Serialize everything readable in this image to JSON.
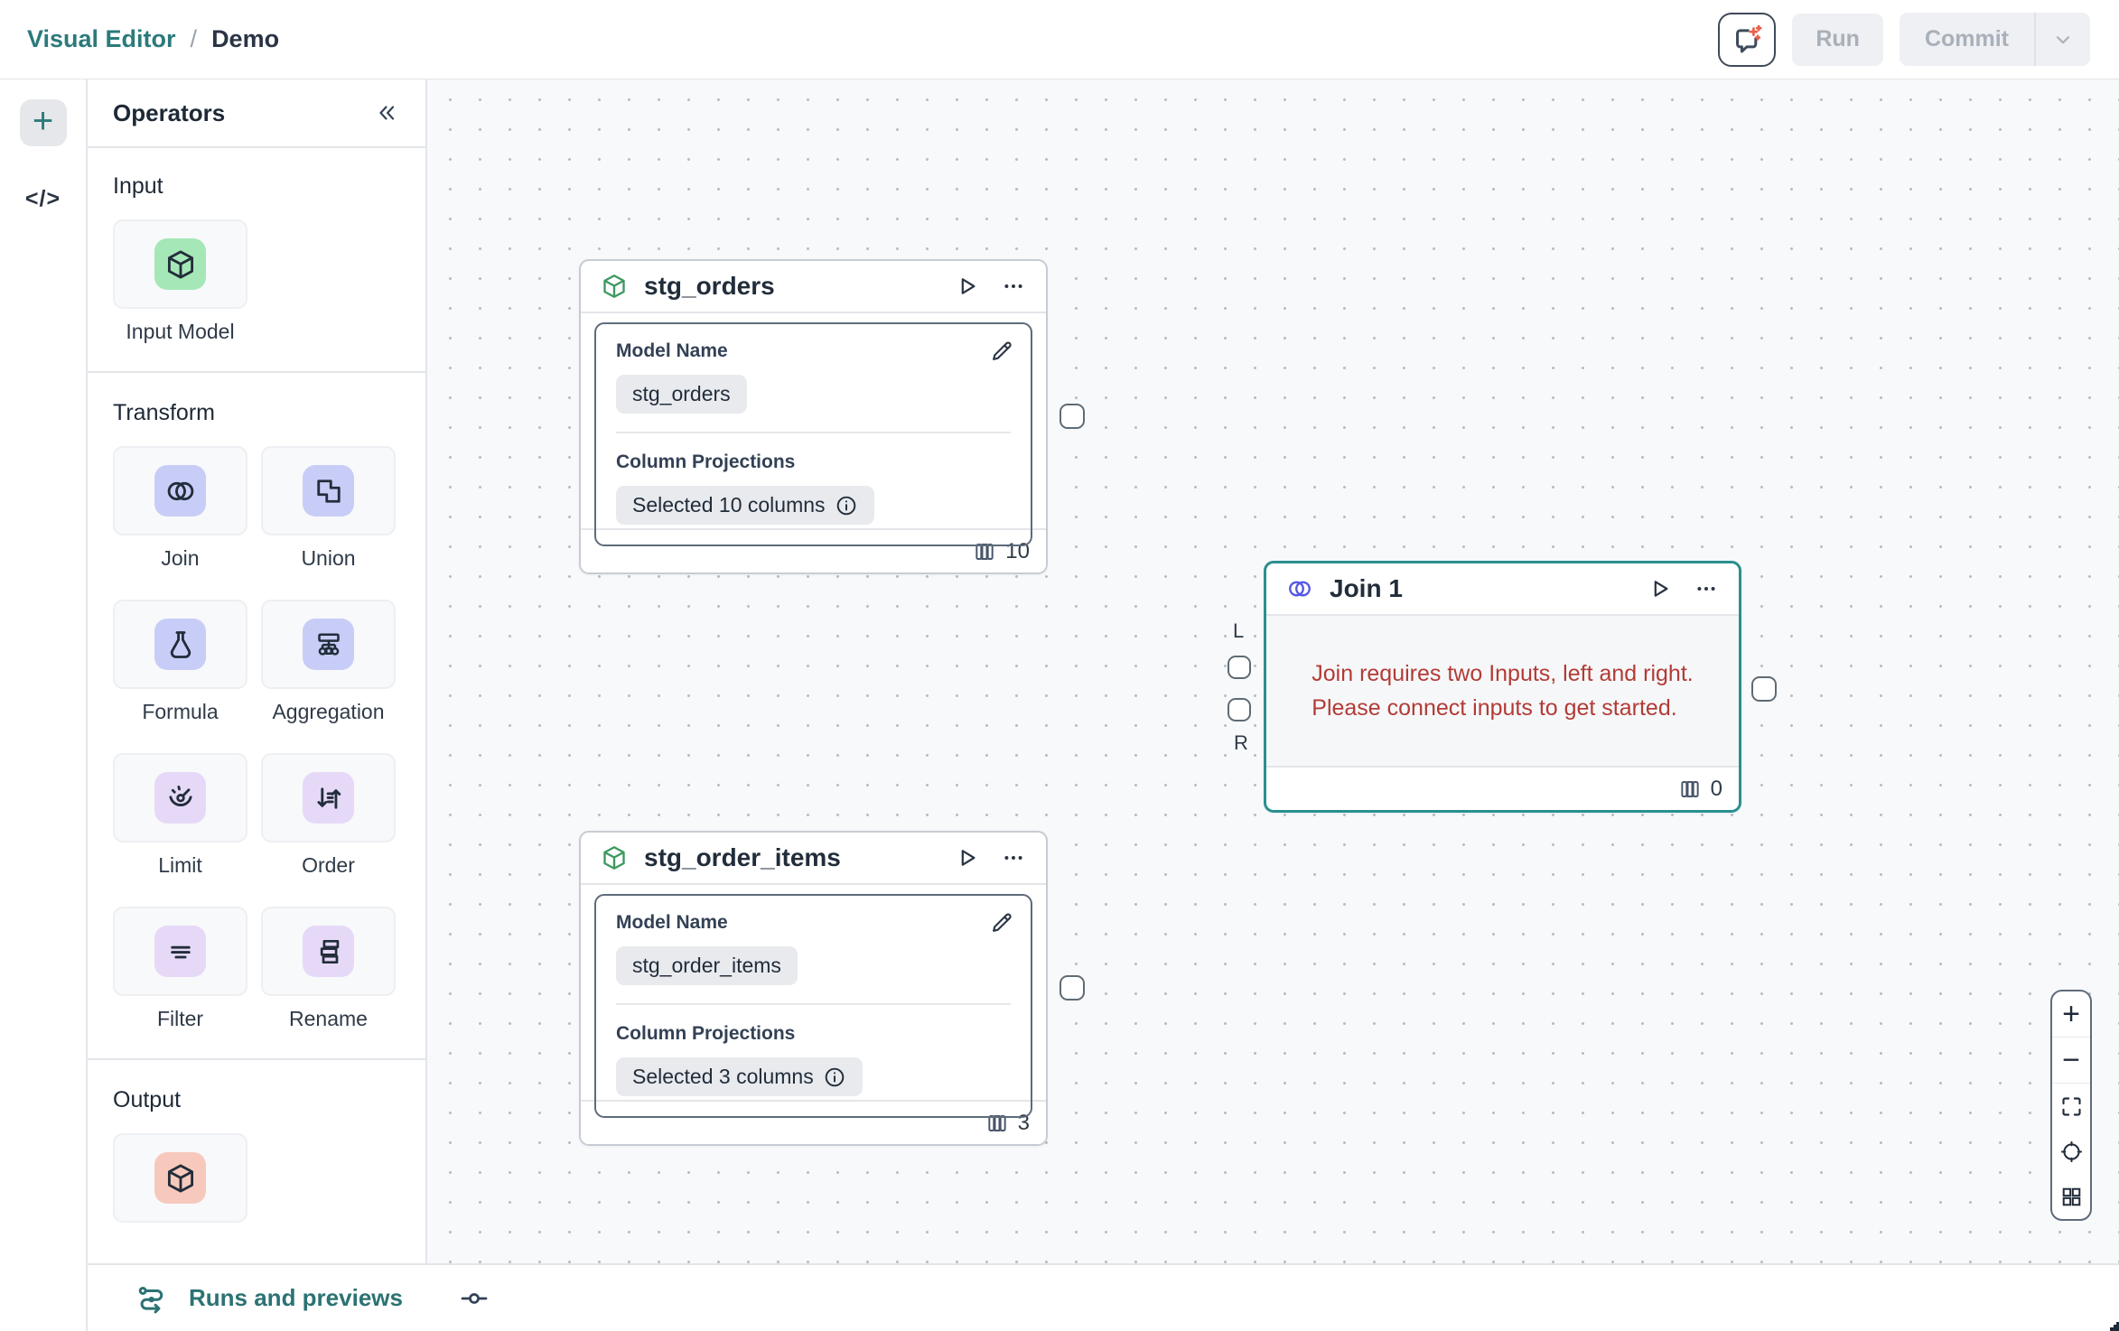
{
  "topbar": {
    "breadcrumb": {
      "root": "Visual Editor",
      "separator": "/",
      "current": "Demo"
    },
    "run_label": "Run",
    "commit_label": "Commit"
  },
  "rail": {
    "add_label": "+",
    "code_label": "</>"
  },
  "sidebar": {
    "title": "Operators",
    "groups": [
      {
        "label": "Input",
        "items": [
          {
            "label": "Input Model",
            "icon": "cube-icon",
            "color": "#a6e7b8"
          }
        ]
      },
      {
        "label": "Transform",
        "items": [
          {
            "label": "Join",
            "icon": "venn-icon",
            "color": "#c8cdf8"
          },
          {
            "label": "Union",
            "icon": "union-shapes-icon",
            "color": "#c8cdf8"
          },
          {
            "label": "Formula",
            "icon": "flask-icon",
            "color": "#c8cdf8"
          },
          {
            "label": "Aggregation",
            "icon": "tree-icon",
            "color": "#c8cdf8"
          },
          {
            "label": "Limit",
            "icon": "gauge-icon",
            "color": "#e6d9f8"
          },
          {
            "label": "Order",
            "icon": "sort-arrows-icon",
            "color": "#e6d9f8"
          },
          {
            "label": "Filter",
            "icon": "filter-lines-icon",
            "color": "#e6d9f8"
          },
          {
            "label": "Rename",
            "icon": "stack-icon",
            "color": "#e6d9f8"
          }
        ]
      },
      {
        "label": "Output",
        "items": [
          {
            "label": "",
            "icon": "cube-icon",
            "color": "#f7c9bd"
          }
        ]
      }
    ]
  },
  "canvas": {
    "nodes": [
      {
        "title": "stg_orders",
        "icon": "cube-icon",
        "model_name_label": "Model Name",
        "model_name_value": "stg_orders",
        "projections_label": "Column Projections",
        "projections_value": "Selected 10 columns",
        "column_count": "10"
      },
      {
        "title": "stg_order_items",
        "icon": "cube-icon",
        "model_name_label": "Model Name",
        "model_name_value": "stg_order_items",
        "projections_label": "Column Projections",
        "projections_value": "Selected 3 columns",
        "column_count": "3"
      },
      {
        "title": "Join 1",
        "icon": "venn-icon",
        "selected": true,
        "error_line1": "Join requires two Inputs, left and right.",
        "error_line2": "Please connect inputs to get started.",
        "left_handle_label": "L",
        "right_handle_label": "R",
        "column_count": "0"
      }
    ],
    "zoom_controls": [
      "zoom-in",
      "zoom-out",
      "fit-view",
      "center",
      "overview"
    ]
  },
  "bottombar": {
    "runs_label": "Runs and previews"
  },
  "colors": {
    "accent_teal": "#2c7a7b",
    "selected_node_border": "#2a8f8f",
    "error_red": "#b23b35",
    "input_icon_bg": "#a6e7b8",
    "transform_blue_bg": "#c8cdf8",
    "transform_purple_bg": "#e6d9f8",
    "output_icon_bg": "#f7c9bd",
    "sparkle_orange": "#e8604c",
    "disabled_text": "#a9b0ba",
    "disabled_bg": "#eef0f3"
  }
}
